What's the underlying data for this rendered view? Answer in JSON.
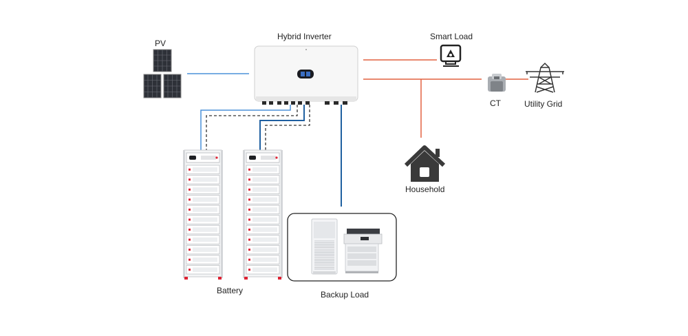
{
  "labels": {
    "pv": "PV",
    "inverter": "Hybrid Inverter",
    "smart_load": "Smart Load",
    "ct": "CT",
    "utility_grid": "Utility Grid",
    "household": "Household",
    "battery": "Battery",
    "backup_load": "Backup Load"
  },
  "colors": {
    "pv_line": "#4a90d9",
    "ac_line": "#e2603f",
    "battery_blue": "#4a90d9",
    "battery_dark": "#1e5fa0",
    "backup_line": "#1e5fa0"
  }
}
